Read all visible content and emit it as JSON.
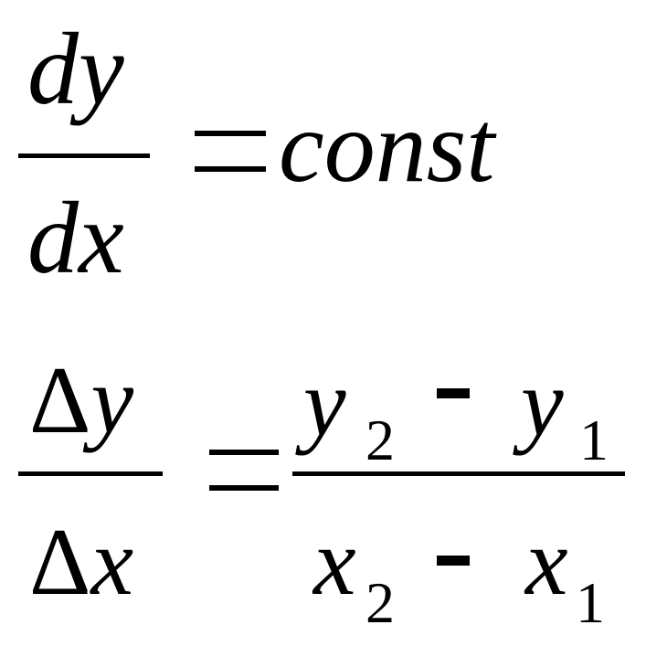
{
  "equation1": {
    "numerator": {
      "d": "d",
      "var": "y"
    },
    "denominator": {
      "d": "d",
      "var": "x"
    },
    "rhs": "const"
  },
  "equation2": {
    "lhs_numerator": {
      "delta": "Δ",
      "var": "y"
    },
    "lhs_denominator": {
      "delta": "Δ",
      "var": "x"
    },
    "rhs_numerator": {
      "a_var": "y",
      "a_sub": "2",
      "b_var": "y",
      "b_sub": "1"
    },
    "rhs_denominator": {
      "a_var": "x",
      "a_sub": "2",
      "b_var": "x",
      "b_sub": "1"
    }
  },
  "colors": {
    "ink": "#000000",
    "background": "#ffffff"
  }
}
